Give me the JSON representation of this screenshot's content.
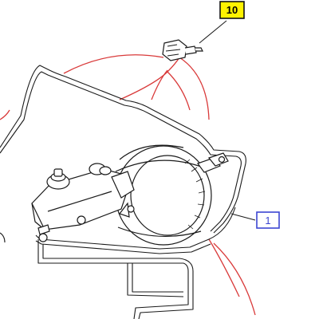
{
  "callouts": [
    {
      "id": "callout-10",
      "label": "10",
      "fill": "#fff200",
      "border": "#111111",
      "text_color": "#000000"
    },
    {
      "id": "callout-1",
      "label": "1",
      "fill": "#ffffff",
      "border": "#3c46d2",
      "text_color": "#3c46d2"
    }
  ],
  "colors": {
    "line": "#1a1a1a",
    "red_leader": "#d93a3a",
    "background": "#ffffff"
  },
  "icons": {
    "fitting": "bolt-fitting-icon",
    "booster": "brake-booster-icon",
    "master_cylinder": "master-cylinder-icon"
  }
}
